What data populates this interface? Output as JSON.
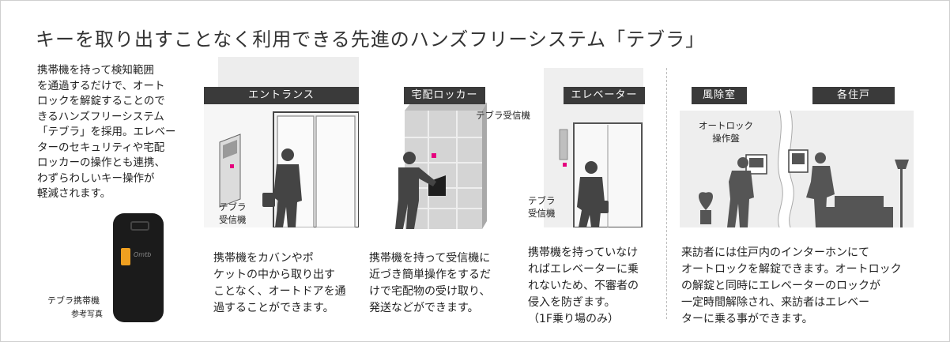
{
  "title": "キーを取り出すことなく利用できる先進のハンズフリーシステム「テブラ」",
  "intro": [
    "携帯機を持って検知範囲",
    "を通過するだけで、オート",
    "ロックを解錠することので",
    "きるハンズフリーシステム",
    "「テブラ」を採用。エレベー",
    "ターのセキュリティや宅配",
    "ロッカーの操作とも連携、",
    "わずらわしいキー操作が",
    "軽減されます。"
  ],
  "fob": {
    "caption": "テブラ携帯機",
    "subcaption": "参考写真",
    "logo": "Omtb"
  },
  "panels": {
    "entrance": {
      "label": "エントランス",
      "receiver": [
        "テブラ",
        "受信機"
      ],
      "desc": [
        "携帯機をカバンやポ",
        "ケットの中から取り出す",
        "ことなく、オートドアを通",
        "過することができます。"
      ]
    },
    "locker": {
      "label": "宅配ロッカー",
      "receiver": "テブラ受信機",
      "desc": [
        "携帯機を持って受信機に",
        "近づき簡単操作をするだ",
        "けで宅配物の受け取り、",
        "発送などができます。"
      ]
    },
    "elevator": {
      "label": "エレベーター",
      "receiver": [
        "テブラ",
        "受信機"
      ],
      "desc": [
        "携帯機を持っていなけ",
        "ればエレベーターに乗",
        "れないため、不審者の",
        "侵入を防ぎます。",
        "（1F乗り場のみ）"
      ]
    },
    "residence": {
      "label_left": "風除室",
      "label_right": "各住戸",
      "panel": [
        "オートロック",
        "操作盤"
      ],
      "desc": [
        "来訪者には住戸内のインターホンにて",
        "オートロックを解錠できます。オートロック",
        "の解錠と同時にエレベーターのロックが",
        "一定時間解除され、来訪者はエレベー",
        "ターに乗る事ができます。"
      ]
    }
  },
  "colors": {
    "label_bg": "#3a3a3a",
    "receiver_mark": "#e6007e",
    "silhouette": "#444444",
    "key_tag": "#f0a020"
  }
}
